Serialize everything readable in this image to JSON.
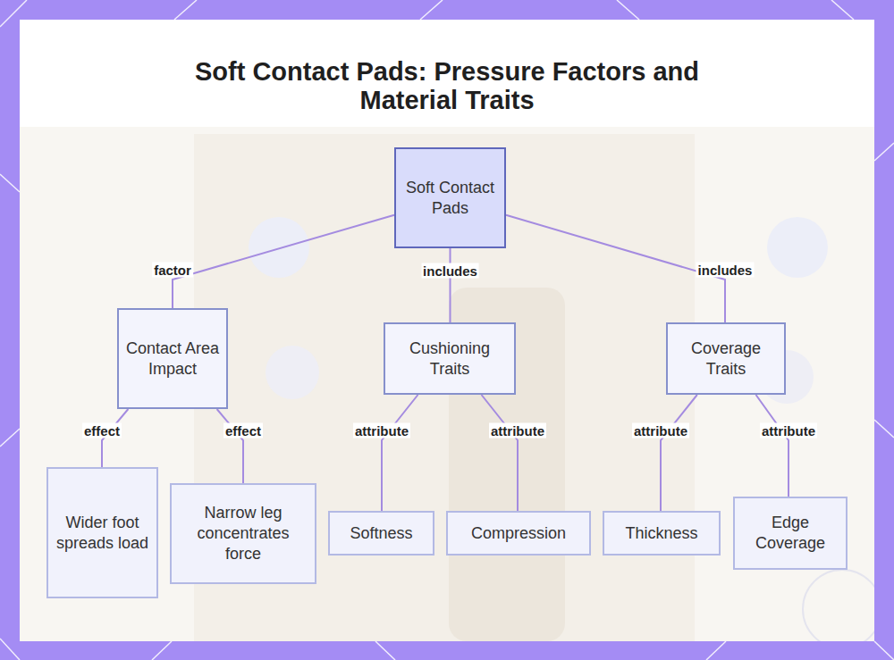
{
  "diagram": {
    "title": "Soft Contact Pads: Pressure Factors and Material Traits",
    "nodes": [
      {
        "text": [
          "Soft Contact Pads"
        ]
      },
      {
        "text": [
          "Contact Area Impact"
        ]
      },
      {
        "text": [
          "Cushioning Traits"
        ]
      },
      {
        "text": [
          "Coverage Traits"
        ]
      },
      {
        "text": [
          "Wider foot spreads load"
        ]
      },
      {
        "text": [
          "Narrow leg concentrates force"
        ]
      },
      {
        "text": [
          "Softness"
        ]
      },
      {
        "text": [
          "Compression"
        ]
      },
      {
        "text": [
          "Thickness"
        ]
      },
      {
        "text": [
          "Edge Coverage"
        ]
      }
    ],
    "edges": [
      {
        "from": 0,
        "to": 1,
        "label": "factor",
        "arrow": "none"
      },
      {
        "from": 0,
        "to": 2,
        "label": "includes",
        "arrow": "none"
      },
      {
        "from": 0,
        "to": 3,
        "label": "includes",
        "arrow": "none"
      },
      {
        "from": 1,
        "to": 4,
        "label": "effect",
        "arrow": "none"
      },
      {
        "from": 1,
        "to": 5,
        "label": "effect",
        "arrow": "none"
      },
      {
        "from": 2,
        "to": 6,
        "label": "attribute",
        "arrow": "none"
      },
      {
        "from": 2,
        "to": 7,
        "label": "attribute",
        "arrow": "none"
      },
      {
        "from": 3,
        "to": 8,
        "label": "attribute",
        "arrow": "none"
      },
      {
        "from": 3,
        "to": 9,
        "label": "attribute",
        "arrow": "none"
      }
    ]
  }
}
